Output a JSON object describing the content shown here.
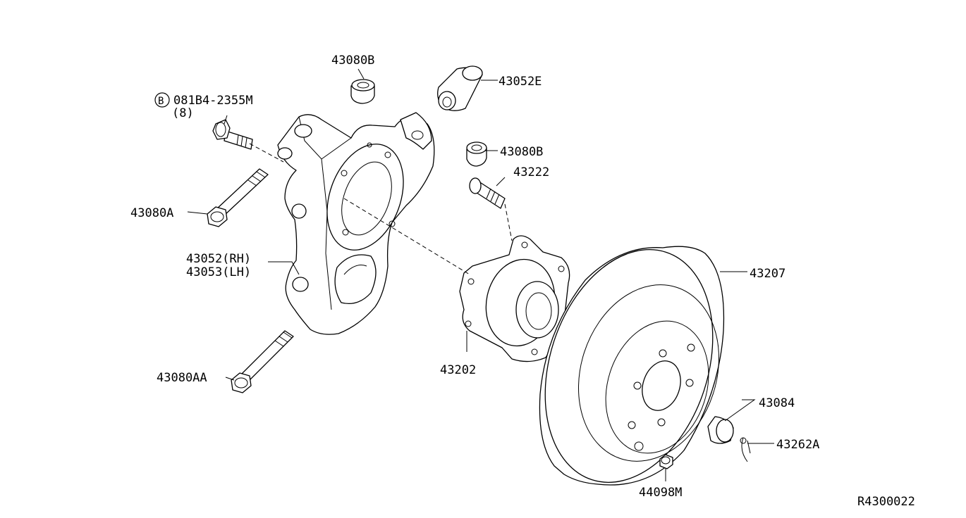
{
  "parts": {
    "p43080B_top": "43080B",
    "p43052E": "43052E",
    "p08184_circle": "B",
    "p08184_num": "081B4-2355M",
    "p08184_qty": "(8)",
    "p43080B_mid": "43080B",
    "p43222": "43222",
    "p43080A": "43080A",
    "p43052RH": "43052(RH)",
    "p43053LH": "43053(LH)",
    "p43207": "43207",
    "p43202": "43202",
    "p43080AA": "43080AA",
    "p43084": "43084",
    "p43262A": "43262A",
    "p44098M": "44098M"
  },
  "diagram_code": "R4300022"
}
